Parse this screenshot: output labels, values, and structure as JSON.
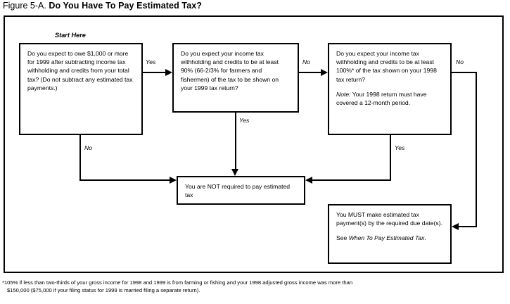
{
  "title": {
    "figure_label": "Figure 5-A.",
    "figure_title": "Do You Have To Pay Estimated Tax?"
  },
  "start_here_label": "Start Here",
  "boxes": {
    "owe": {
      "text": "Do you expect to owe $1,000 or more for 1999 after subtracting income tax withholding and credits from your total tax? (Do not subtract any estimated tax payments.)"
    },
    "ninety_percent": {
      "text": "Do you expect your income tax withholding and credits to be at least 90% (66-2/3% for farmers and fishermen) of the tax to be shown on your 1999 tax return?"
    },
    "hundred_percent": {
      "text": "Do you expect your income tax withholding and credits to be at least 100%* of the tax shown on your 1998 tax return?",
      "note_label": "Note:",
      "note_text": " Your 1998 return must have covered a 12-month period."
    },
    "not_required": {
      "text": "You are NOT required to pay estimated tax"
    },
    "must_pay": {
      "text": "You MUST make estimated tax payment(s) by the required due date(s).",
      "see_prefix": "See ",
      "see_reference": "When To Pay Estimated Tax",
      "see_suffix": "."
    }
  },
  "edge_labels": {
    "owe_yes": "Yes",
    "owe_no": "No",
    "ninety_no": "No",
    "ninety_yes": "Yes",
    "hundred_no": "No",
    "hundred_yes": "Yes"
  },
  "footnote": {
    "line1": "*105% if less than two-thirds of your gross income for 1998 and 1999 is from farming or fishing and your 1998 adjusted gross income was more than",
    "line2": "$150,000 ($75,000 if your filing status for 1999 is married filing a separate return)."
  },
  "colors": {
    "ink": "#000000",
    "paper": "#ffffff"
  }
}
